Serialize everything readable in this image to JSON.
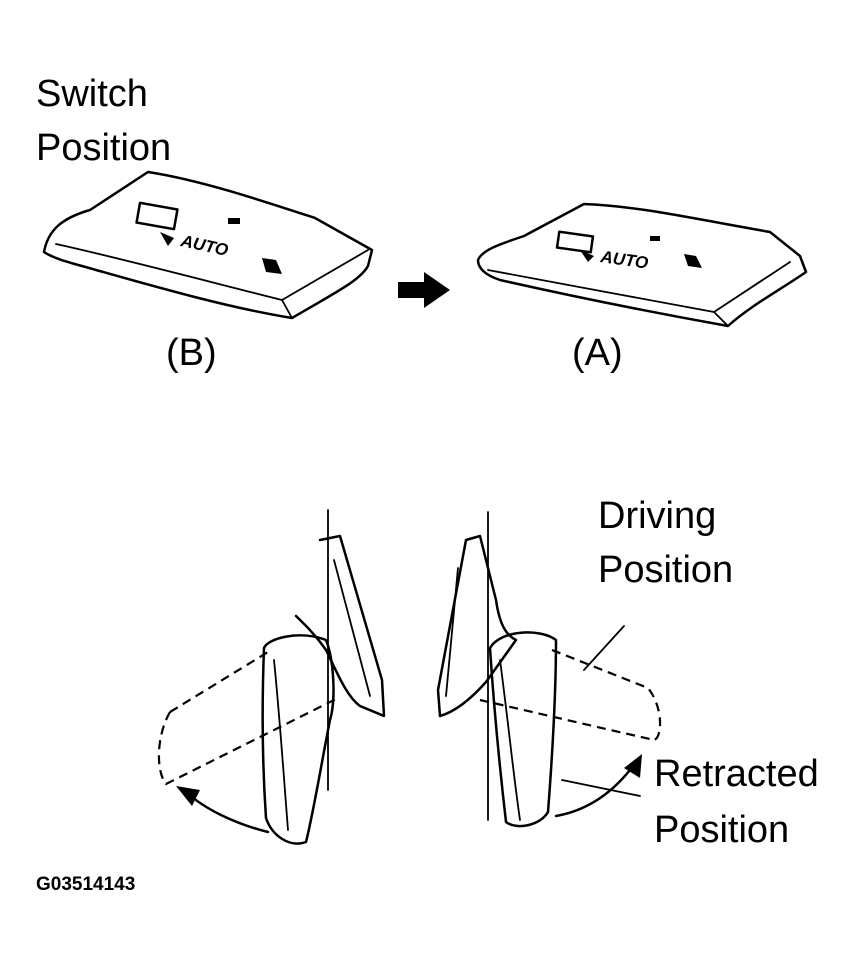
{
  "labels": {
    "switch_position_line1": "Switch",
    "switch_position_line2": "Position",
    "switch_b": "(B)",
    "switch_a": "(A)",
    "driving_line1": "Driving",
    "driving_line2": "Position",
    "retracted_line1": "Retracted",
    "retracted_line2": "Position",
    "figure_id": "G03514143"
  },
  "switch_face_text": "AUTO"
}
